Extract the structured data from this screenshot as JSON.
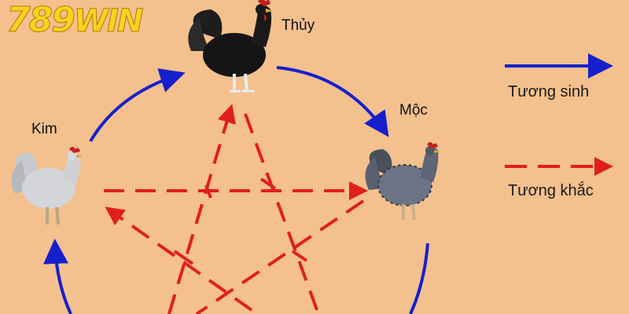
{
  "logo": {
    "digits": "789",
    "word": "WIN"
  },
  "nodes": {
    "top": "Thủy",
    "right": "Mộc",
    "left": "Kim"
  },
  "legend": {
    "generating_label": "Tương sinh",
    "overcoming_label": "Tương khắc"
  },
  "colors": {
    "background": "#F4C08E",
    "generating": "#1520CC",
    "overcoming": "#E01F1F"
  },
  "icons": [
    "black-rooster-icon",
    "gray-speckled-rooster-icon",
    "white-rooster-icon"
  ]
}
